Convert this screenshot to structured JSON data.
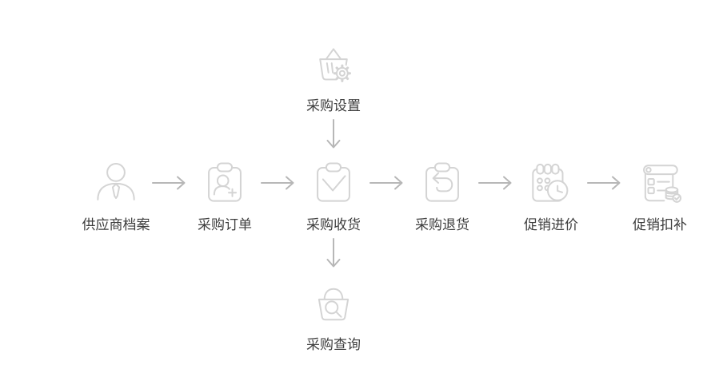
{
  "colors": {
    "background": "#ffffff",
    "icon_stroke": "#d4d4d4",
    "arrow": "#b7b7b7",
    "label_text": "#3d3d3d"
  },
  "flow": {
    "top_node": {
      "label": "采购设置",
      "icon": "shopping-bag-gear-icon"
    },
    "main_row": [
      {
        "label": "供应商档案",
        "icon": "businessman-icon"
      },
      {
        "label": "采购订单",
        "icon": "clipboard-add-person-icon"
      },
      {
        "label": "采购收货",
        "icon": "clipboard-check-icon"
      },
      {
        "label": "采购退货",
        "icon": "clipboard-return-icon"
      },
      {
        "label": "促销进价",
        "icon": "calendar-clock-icon"
      },
      {
        "label": "促销扣补",
        "icon": "scroll-coins-icon"
      }
    ],
    "bottom_node": {
      "label": "采购查询",
      "icon": "basket-search-icon"
    },
    "connections": {
      "horizontal_arrows": 5,
      "vertical_arrows": 2,
      "direction": "left-to-right, top-to-bottom through 采购收货"
    }
  }
}
